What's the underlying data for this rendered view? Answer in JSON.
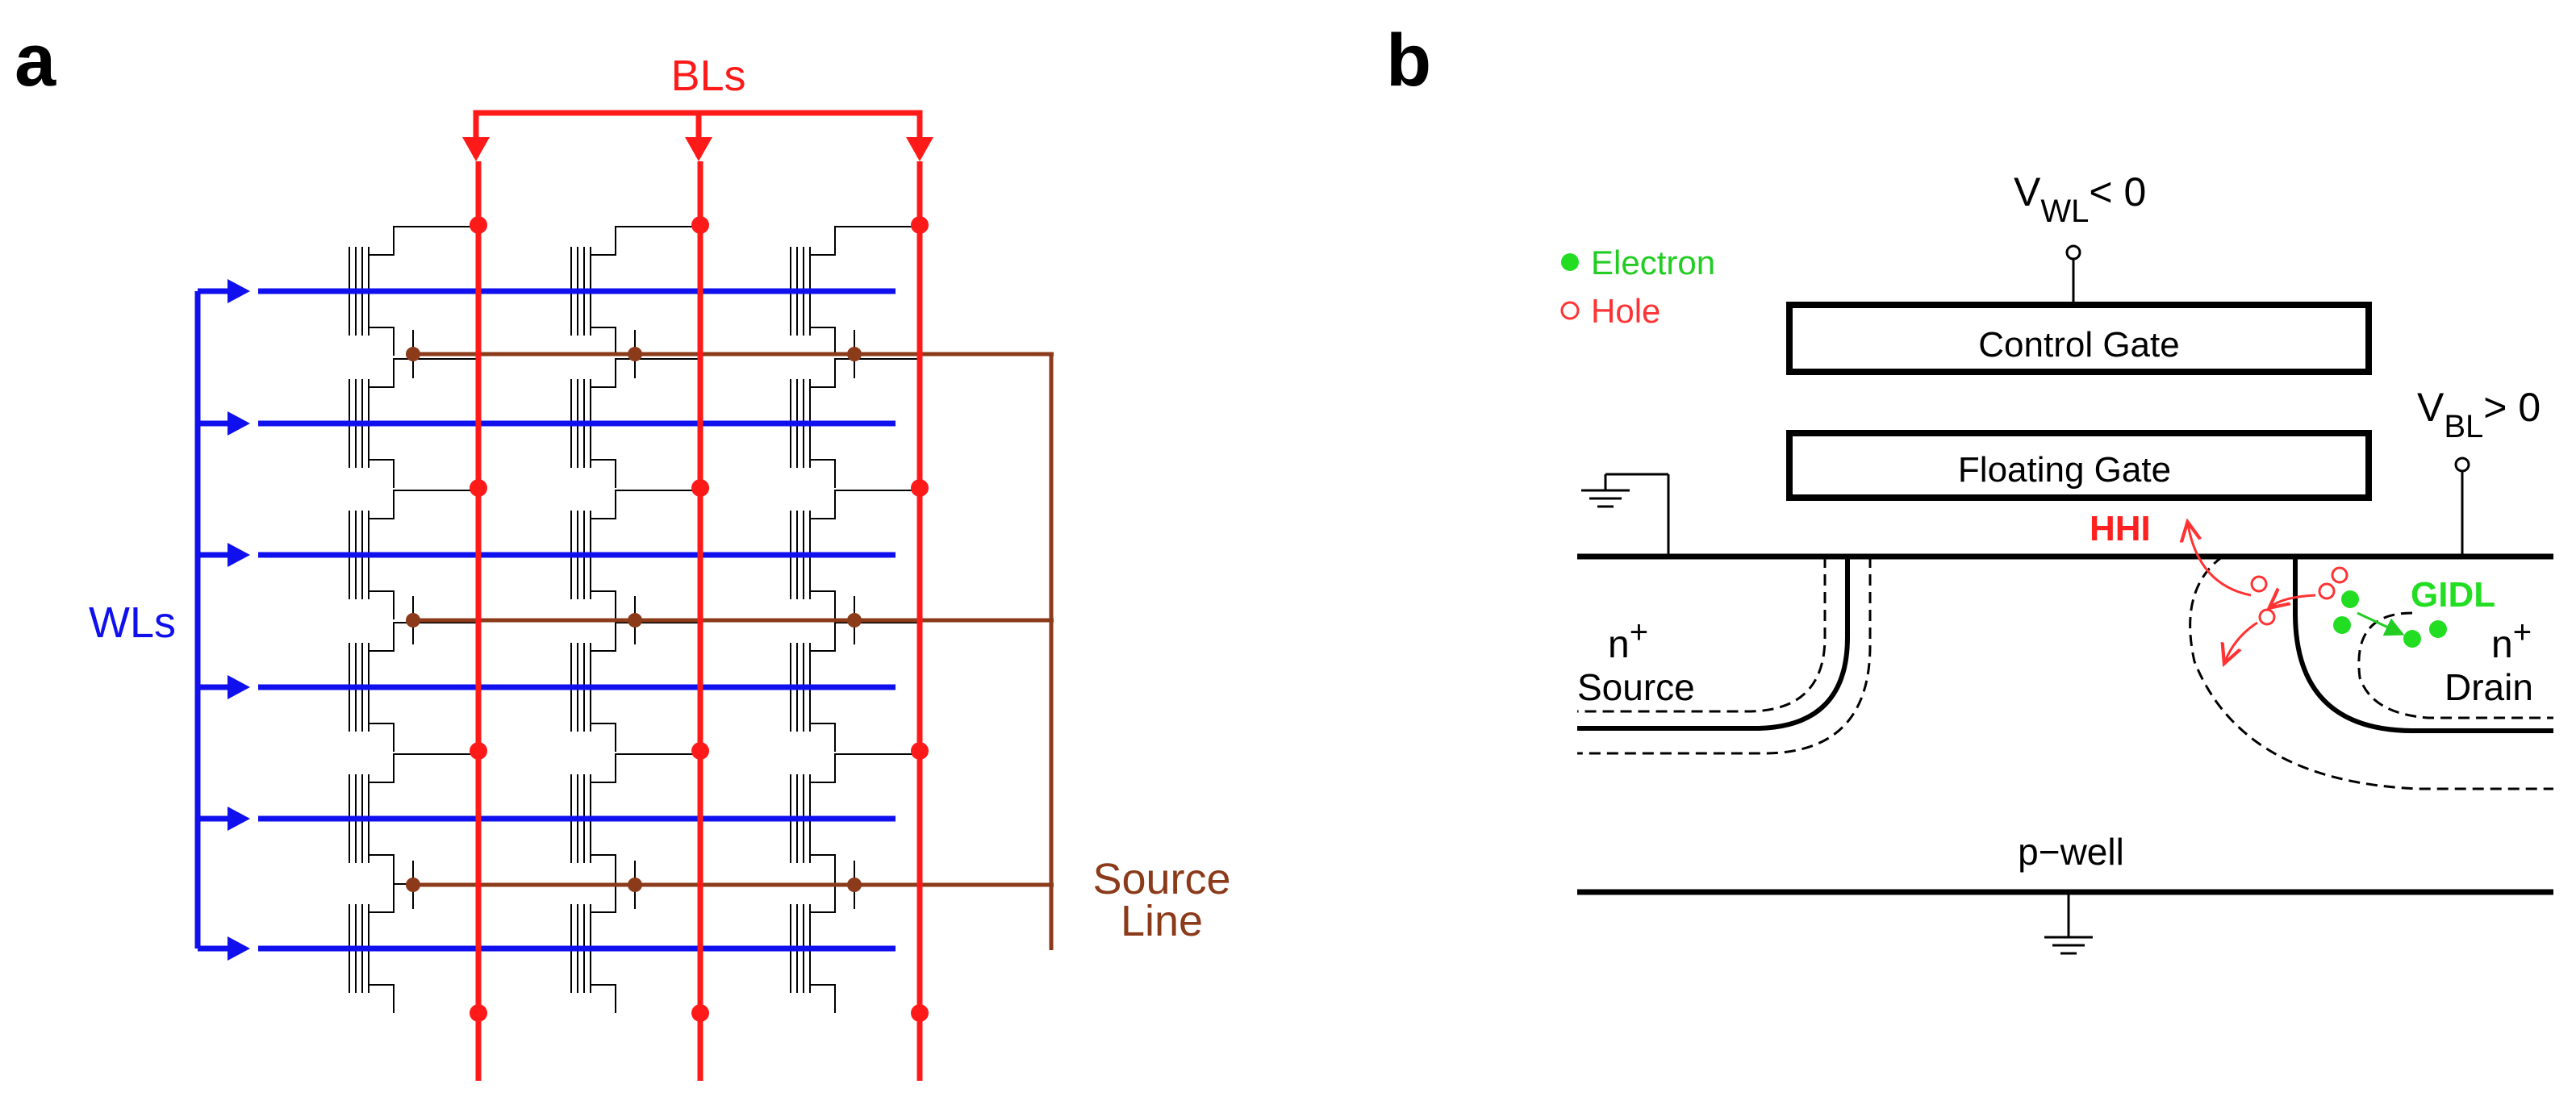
{
  "panel_a": {
    "label": "a",
    "bitlines_label": "BLs",
    "wordlines_label": "WLs",
    "source_line_label": [
      "Source",
      "Line"
    ]
  },
  "panel_b": {
    "label": "b",
    "vwl": {
      "main": "V",
      "sub": "WL",
      "rest": "< 0"
    },
    "vbl": {
      "main": "V",
      "sub": "BL",
      "rest": "> 0"
    },
    "legend": {
      "electron": "Electron",
      "hole": "Hole"
    },
    "control_gate": "Control Gate",
    "floating_gate": "Floating Gate",
    "hhi": "HHI",
    "gidl": "GIDL",
    "source": {
      "type": "n",
      "sup": "+",
      "name": "Source"
    },
    "drain": {
      "type": "n",
      "sup": "+",
      "name": "Drain"
    },
    "well": "p−well"
  },
  "colors": {
    "bitline": "#ff1a1a",
    "wordline": "#1010ee",
    "source_line": "#8b3a1a",
    "electron": "#22dd22",
    "hole": "#ff3333",
    "ink": "#000000"
  }
}
